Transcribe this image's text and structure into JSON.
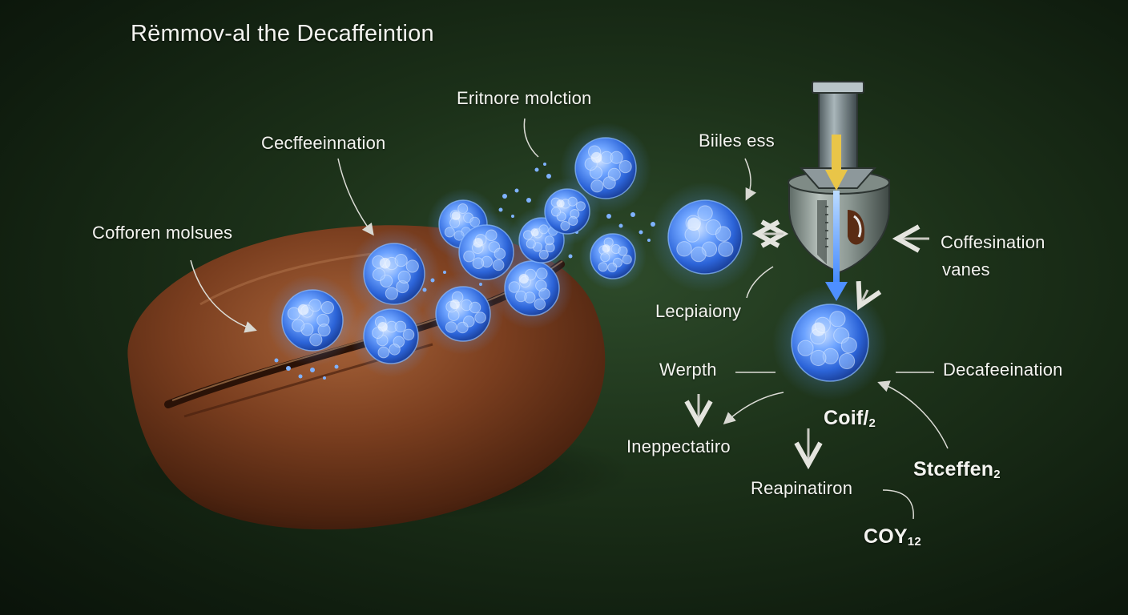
{
  "title": "Rëmmov-al the Decaffeintion",
  "labels": {
    "cofforen_molsues": "Cofforen molsues",
    "cecffeeinnation": "Cecffeeinnation",
    "eritnore_molction": "Eritnore molction",
    "bilies_ess": "Biiles ess",
    "coffesination_vanes_1": "Coffesination",
    "coffesination_vanes_2": "vanes",
    "lecpiaiony": "Lecpiaiony",
    "werpth": "Werpth",
    "decafeeination": "Decafeeination",
    "ineppectatiro": "Ineppectatiro",
    "reapinatiron": "Reapinatiron"
  },
  "formulas": {
    "coif_main": "Coif/",
    "coif_sub": "2",
    "stceffen_main": "Stceffen",
    "stceffen_sub": "2",
    "coy_main": "COY",
    "coy_sub": "12"
  },
  "colors": {
    "molecule_glow": "#5a9bff",
    "molecule_core": "#2c64d8",
    "bean": "#7a3e1f",
    "background": "#1c3119",
    "arrow_flow": "#e9c548"
  },
  "icons": [
    "coffee-bean-icon",
    "caffeine-molecule-icon",
    "extraction-vessel-icon",
    "plunger-icon"
  ]
}
